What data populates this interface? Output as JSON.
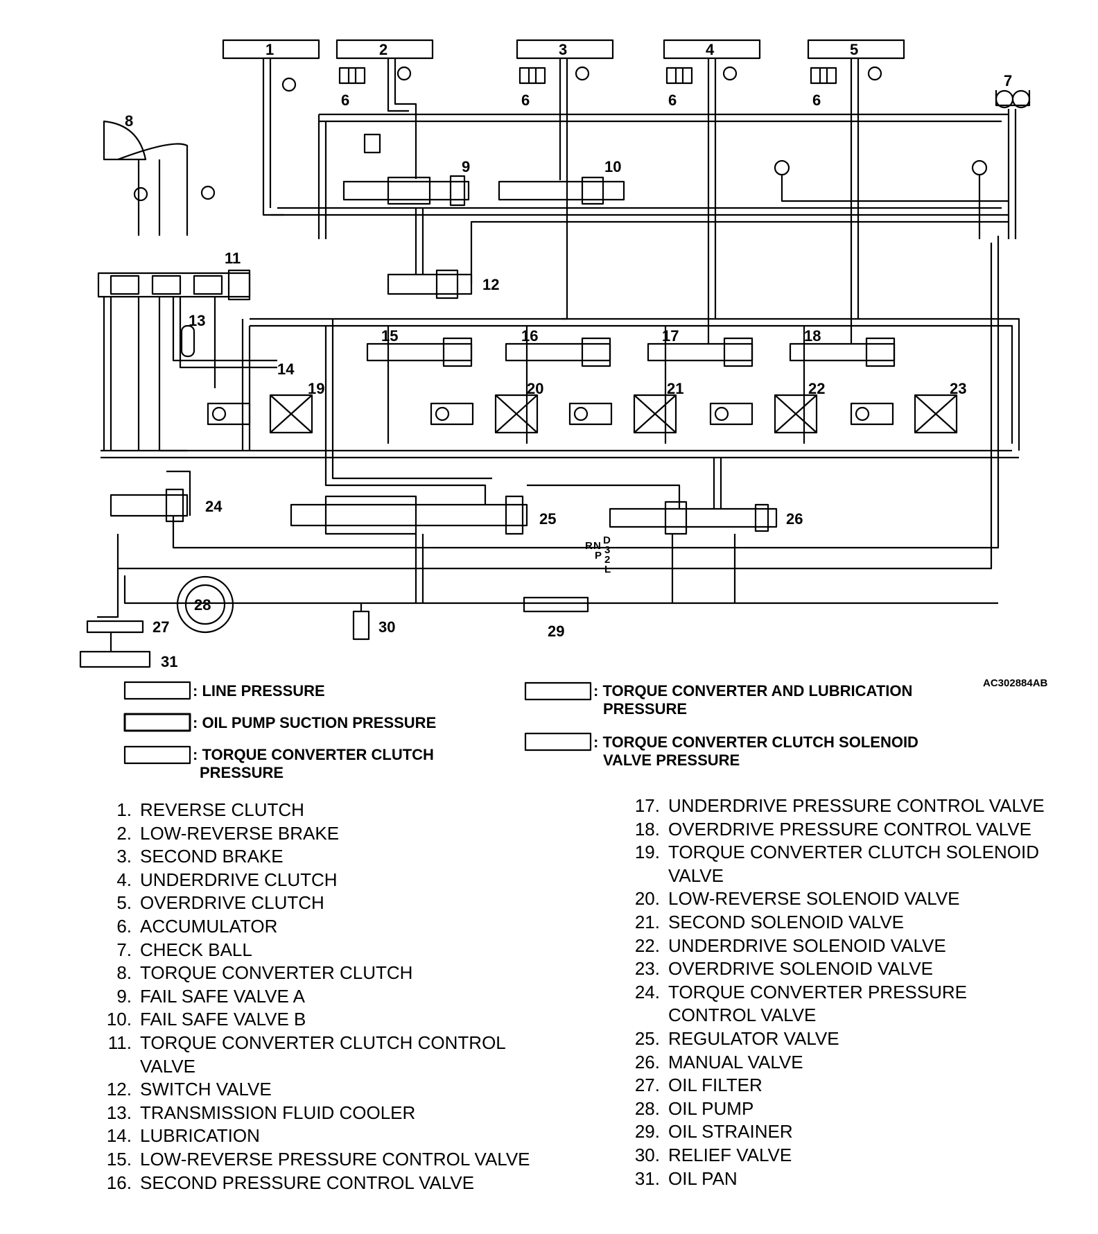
{
  "diagram": {
    "ref_code": "AC302884AB",
    "callouts": [
      "1",
      "2",
      "3",
      "4",
      "5",
      "6",
      "7",
      "8",
      "9",
      "10",
      "11",
      "12",
      "13",
      "14",
      "15",
      "16",
      "17",
      "18",
      "19",
      "20",
      "21",
      "22",
      "23",
      "24",
      "25",
      "26",
      "27",
      "28",
      "29",
      "30",
      "31"
    ],
    "gear_positions": [
      "R",
      "N",
      "P",
      "D",
      "3",
      "2",
      "L"
    ]
  },
  "legend": {
    "line_pressure": ": LINE PRESSURE",
    "oil_pump_suction": ": OIL PUMP SUCTION PRESSURE",
    "tcc_pressure_1": ": TORQUE CONVERTER CLUTCH",
    "tcc_pressure_2": "PRESSURE",
    "tc_lub_1": ": TORQUE CONVERTER AND LUBRICATION",
    "tc_lub_2": "PRESSURE",
    "tcc_solenoid_1": ": TORQUE CONVERTER CLUTCH SOLENOID",
    "tcc_solenoid_2": "VALVE PRESSURE"
  },
  "parts_left": [
    {
      "num": "1.",
      "name": "REVERSE CLUTCH"
    },
    {
      "num": "2.",
      "name": "LOW-REVERSE BRAKE"
    },
    {
      "num": "3.",
      "name": "SECOND BRAKE"
    },
    {
      "num": "4.",
      "name": "UNDERDRIVE CLUTCH"
    },
    {
      "num": "5.",
      "name": "OVERDRIVE CLUTCH"
    },
    {
      "num": "6.",
      "name": "ACCUMULATOR"
    },
    {
      "num": "7.",
      "name": "CHECK BALL"
    },
    {
      "num": "8.",
      "name": "TORQUE CONVERTER CLUTCH"
    },
    {
      "num": "9.",
      "name": "FAIL SAFE VALVE A"
    },
    {
      "num": "10.",
      "name": "FAIL SAFE VALVE B"
    },
    {
      "num": "11.",
      "name": "TORQUE CONVERTER CLUTCH CONTROL",
      "cont": "VALVE"
    },
    {
      "num": "12.",
      "name": "SWITCH VALVE"
    },
    {
      "num": "13.",
      "name": "TRANSMISSION FLUID COOLER"
    },
    {
      "num": "14.",
      "name": "LUBRICATION"
    },
    {
      "num": "15.",
      "name": "LOW-REVERSE PRESSURE CONTROL VALVE"
    },
    {
      "num": "16.",
      "name": "SECOND PRESSURE CONTROL VALVE"
    }
  ],
  "parts_right": [
    {
      "num": "17.",
      "name": "UNDERDRIVE PRESSURE CONTROL VALVE"
    },
    {
      "num": "18.",
      "name": "OVERDRIVE PRESSURE CONTROL VALVE"
    },
    {
      "num": "19.",
      "name": "TORQUE CONVERTER CLUTCH SOLENOID",
      "cont": "VALVE"
    },
    {
      "num": "20.",
      "name": "LOW-REVERSE SOLENOID VALVE"
    },
    {
      "num": "21.",
      "name": "SECOND SOLENOID VALVE"
    },
    {
      "num": "22.",
      "name": "UNDERDRIVE SOLENOID VALVE"
    },
    {
      "num": "23.",
      "name": "OVERDRIVE SOLENOID VALVE"
    },
    {
      "num": "24.",
      "name": "TORQUE CONVERTER PRESSURE",
      "cont": "CONTROL VALVE"
    },
    {
      "num": "25.",
      "name": "REGULATOR VALVE"
    },
    {
      "num": "26.",
      "name": "MANUAL VALVE"
    },
    {
      "num": "27.",
      "name": "OIL FILTER"
    },
    {
      "num": "28.",
      "name": "OIL PUMP"
    },
    {
      "num": "29.",
      "name": "OIL STRAINER"
    },
    {
      "num": "30.",
      "name": "RELIEF VALVE"
    },
    {
      "num": "31.",
      "name": "OIL PAN"
    }
  ]
}
